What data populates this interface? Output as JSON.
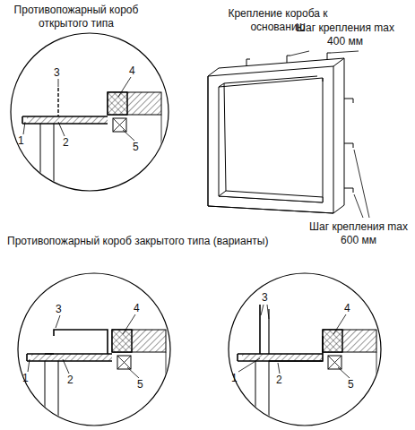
{
  "diagram": {
    "labels": [
      "Противопожарный короб открытого типа",
      "Крепление короба к основанию",
      "Шаг крепления max 400 мм",
      "Шаг крепления max 600 мм",
      "Противопожарный короб закрытого типа (варианты)",
      "3",
      "4",
      "1",
      "2",
      "5",
      "3",
      "4",
      "1",
      "2",
      "5",
      "3",
      "4",
      "1",
      "2",
      "5"
    ]
  }
}
